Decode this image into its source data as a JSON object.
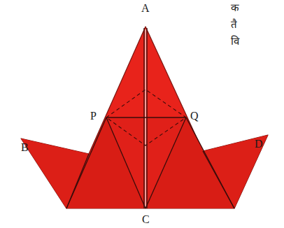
{
  "diagram": {
    "labels": [
      "A",
      "B",
      "C",
      "D",
      "P",
      "Q",
      "क",
      "तै",
      "वि"
    ]
  }
}
